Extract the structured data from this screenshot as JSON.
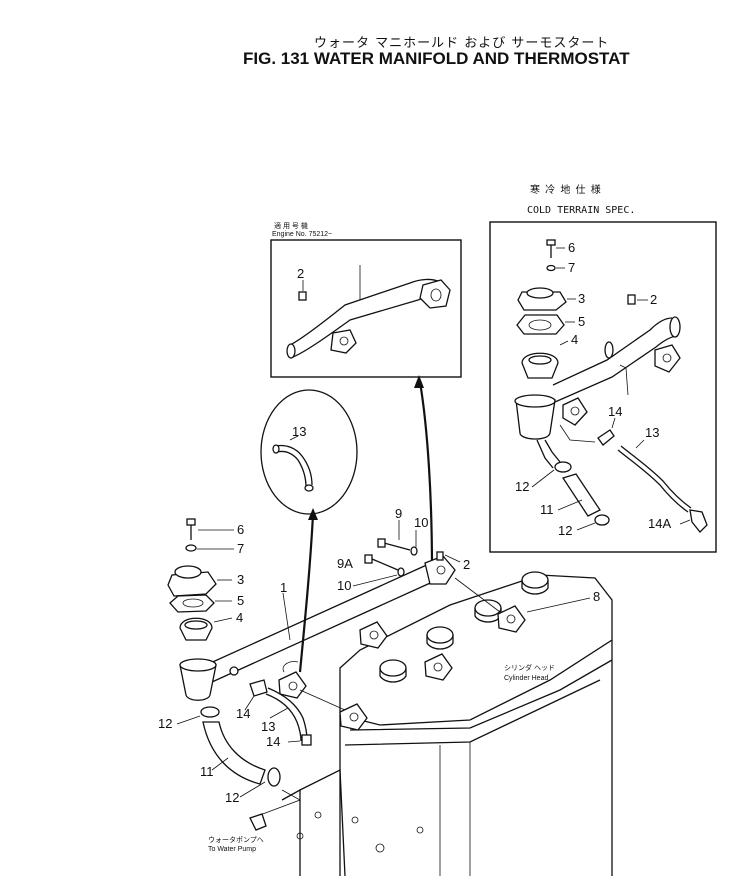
{
  "title": {
    "japanese": "ウォータ マニホールド および サーモスタート",
    "english": "FIG. 131  WATER MANIFOLD AND THERMOSTAT"
  },
  "inset_serial": {
    "japanese": "適 用 号 機",
    "english": "Engine No. 75212~"
  },
  "cold_spec": {
    "japanese": "寒 冷 地 仕 様",
    "english": "COLD TERRAIN SPEC."
  },
  "annotations": {
    "cylinder_head_jp": "シリンダ ヘッド",
    "cylinder_head_en": "Cylinder Head",
    "water_pump_jp": "ウォータポンプへ",
    "water_pump_en": "To Water Pump"
  },
  "callouts": {
    "main": [
      "1",
      "2",
      "3",
      "4",
      "5",
      "6",
      "7",
      "8",
      "9",
      "9A",
      "10",
      "10",
      "11",
      "12",
      "12",
      "13",
      "14",
      "14"
    ],
    "inset": [
      "2"
    ],
    "cold": [
      "6",
      "7",
      "3",
      "5",
      "2",
      "4",
      "14",
      "13",
      "12",
      "11",
      "12",
      "14A"
    ],
    "detail": [
      "13"
    ]
  }
}
